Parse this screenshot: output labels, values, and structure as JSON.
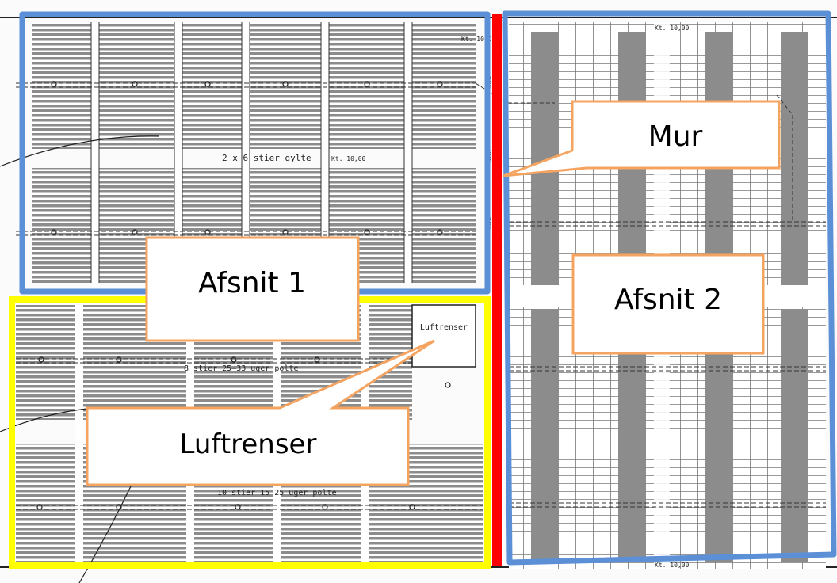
{
  "plan": {
    "room_top_left_label": "2 x 6 stier gylte",
    "level_label": "Kt. 10,00",
    "room_mid_label": "8 stier 25–33 uger polte",
    "room_bottom_label": "10 stier 15–25 uger polte",
    "equipment_label": "Luftrenser",
    "dimension_labels": [
      "400",
      "400",
      "400"
    ]
  },
  "callouts": {
    "mur": "Mur",
    "afsnit1": "Afsnit 1",
    "afsnit2": "Afsnit 2",
    "luftrenser": "Luftrenser"
  },
  "colors": {
    "section1_border": "#5b8fd6",
    "section2_border": "#5b8fd6",
    "yellow_border": "#ffff00",
    "wall": "#ff0000",
    "callout_border": "#f4a460",
    "pen_gray": "#8c8c8c"
  }
}
